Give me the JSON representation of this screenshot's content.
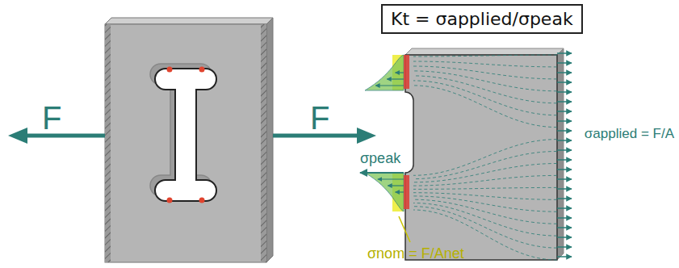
{
  "diagram": {
    "nodes": [
      {
        "text": [
          "Kt = σapplied/σpeak"
        ]
      }
    ],
    "labels": [
      "F",
      "F",
      "σapplied = F/A",
      "σpeak",
      "σnom = F/Anet"
    ]
  }
}
